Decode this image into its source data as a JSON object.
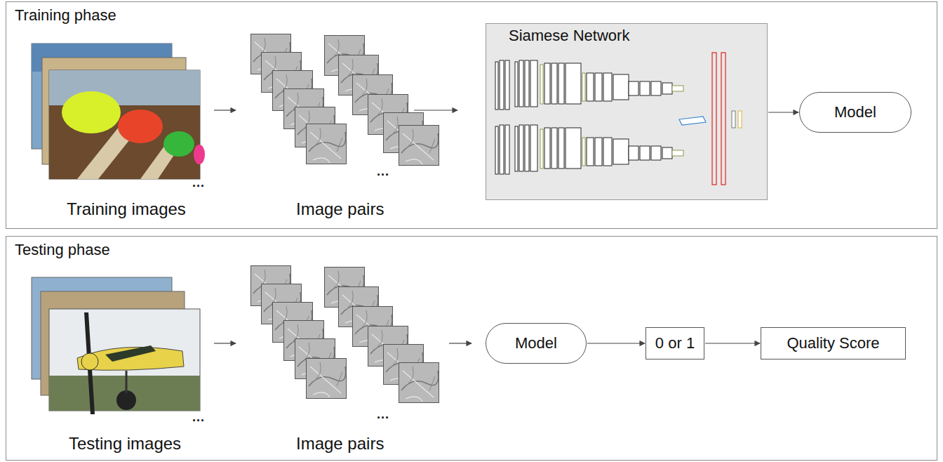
{
  "diagram": {
    "nodes": [
      {
        "text": [
          "Training phase"
        ]
      },
      {
        "text": [
          "Siamese Network"
        ],
        "in": 0
      },
      {
        "text": [
          "Model"
        ],
        "in": 0
      },
      {
        "text": [
          "Testing phase"
        ]
      },
      {
        "text": [
          "Model"
        ],
        "in": 3
      },
      {
        "text": [
          "0 or 1"
        ],
        "in": 3
      },
      {
        "text": [
          "Quality Score"
        ],
        "in": 3
      }
    ],
    "edges": [
      {
        "from": 1,
        "to": 2,
        "arrow": "to"
      },
      {
        "from": 4,
        "to": 5,
        "arrow": "to"
      },
      {
        "from": 5,
        "to": 6,
        "arrow": "to"
      }
    ],
    "labels": [
      "Training images",
      "Image pairs",
      "...",
      "...",
      "Testing images",
      "Image pairs",
      "...",
      "..."
    ]
  }
}
